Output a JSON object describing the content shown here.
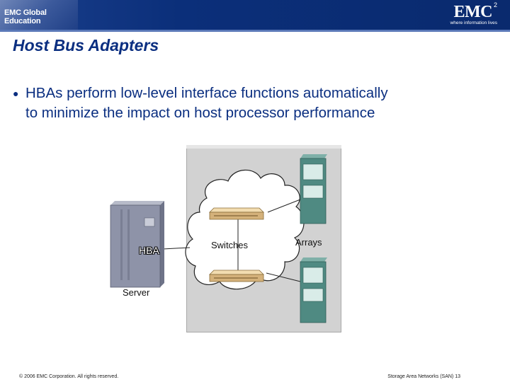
{
  "header": {
    "left_text": "EMC Global Education",
    "logo": "EMC",
    "logo_superscript": "2",
    "tagline": "where information lives"
  },
  "slide": {
    "title": "Host Bus Adapters",
    "bullets": [
      {
        "line1": "HBAs perform low-level interface functions automatically",
        "line2": "to minimize the impact on host processor performance"
      }
    ]
  },
  "diagram": {
    "hba_label": "HBA",
    "server_label": "Server",
    "switches_label": "Switches",
    "arrays_label": "Arrays"
  },
  "footer": {
    "copyright": "© 2006 EMC Corporation. All rights reserved.",
    "page": "Storage Area Networks (SAN) 13"
  },
  "colors": {
    "title": "#0a2e80",
    "header_bg": "#0b2f7a",
    "panel_bg": "#d2d2d2",
    "array_color": "#4f8a82",
    "server_color": "#8e93a8"
  }
}
